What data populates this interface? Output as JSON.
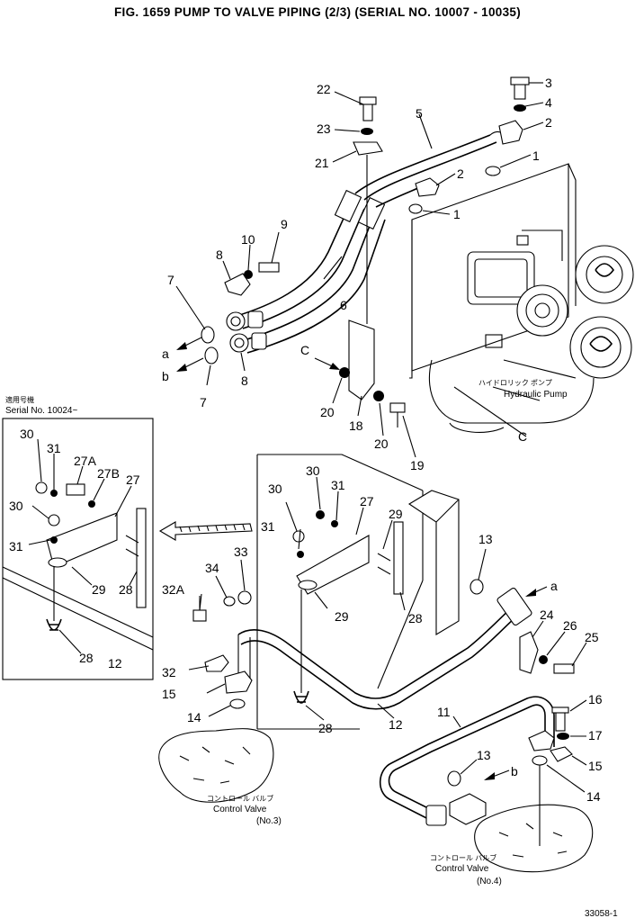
{
  "title": "FIG. 1659  PUMP TO VALVE PIPING (2/3) (SERIAL NO. 10007 - 10035)",
  "inset": {
    "jp_label": "適用号機",
    "serial_label": "Serial No. 10024~"
  },
  "captions": {
    "pump_jp": "ハイドロリック ポンプ",
    "pump_en": "Hydraulic Pump",
    "valve3_jp": "コントロール バルブ",
    "valve3_en": "Control Valve",
    "valve3_no": "(No.3)",
    "valve4_jp": "コントロール バルブ",
    "valve4_en": "Control Valve",
    "valve4_no": "(No.4)"
  },
  "callouts": {
    "c1a": "1",
    "c1b": "1",
    "c2a": "2",
    "c2b": "2",
    "c3": "3",
    "c4": "4",
    "c5": "5",
    "c6": "6",
    "c7a": "7",
    "c7b": "7",
    "c8a": "8",
    "c8b": "8",
    "c9": "9",
    "c10": "10",
    "c11": "11",
    "c12a": "12",
    "c12b": "12",
    "c13a": "13",
    "c13b": "13",
    "c14a": "14",
    "c14b": "14",
    "c15a": "15",
    "c15b": "15",
    "c16": "16",
    "c17": "17",
    "c18": "18",
    "c19": "19",
    "c20a": "20",
    "c20b": "20",
    "c21": "21",
    "c22": "22",
    "c23": "23",
    "c24": "24",
    "c25": "25",
    "c26": "26",
    "c27a": "27",
    "c27b": "27",
    "c27A": "27A",
    "c27B": "27B",
    "c28a": "28",
    "c28b": "28",
    "c28c": "28",
    "c28d": "28",
    "c29a": "29",
    "c29b": "29",
    "c29c": "29",
    "c30a": "30",
    "c30b": "30",
    "c30c": "30",
    "c30d": "30",
    "c31a": "31",
    "c31b": "31",
    "c31c": "31",
    "c31d": "31",
    "c32": "32",
    "c32A": "32A",
    "c33": "33",
    "c34": "34"
  },
  "refs": {
    "a1": "a",
    "a2": "a",
    "b1": "b",
    "b2": "b",
    "c1": "C",
    "c2": "C"
  },
  "corner_code": "33058-1"
}
